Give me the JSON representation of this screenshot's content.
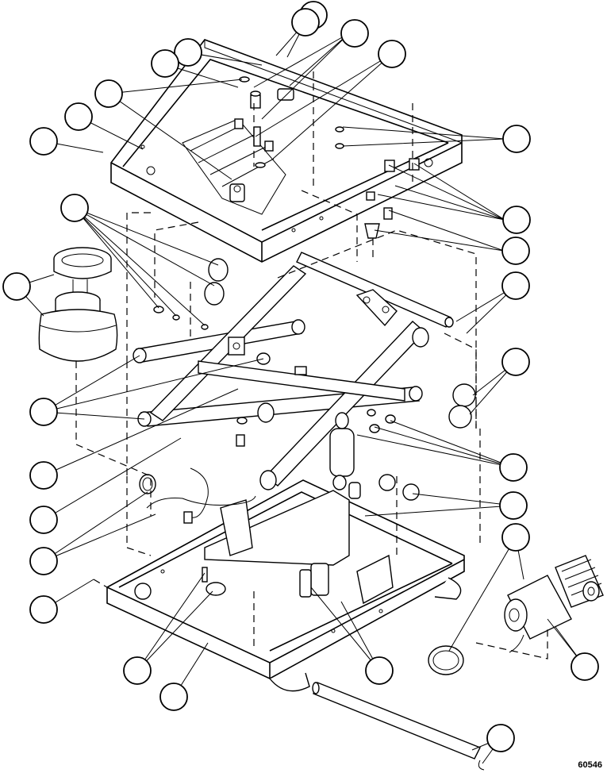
{
  "figure": {
    "id_label": "60546",
    "colors": {
      "line": "#000000",
      "background": "#ffffff"
    },
    "callout_bubbles": [
      {
        "name": "callout-01"
      },
      {
        "name": "callout-02"
      },
      {
        "name": "callout-03"
      },
      {
        "name": "callout-04"
      },
      {
        "name": "callout-05"
      },
      {
        "name": "callout-06"
      },
      {
        "name": "callout-07"
      },
      {
        "name": "callout-08"
      },
      {
        "name": "callout-09"
      },
      {
        "name": "callout-10"
      },
      {
        "name": "callout-11"
      },
      {
        "name": "callout-12"
      },
      {
        "name": "callout-13"
      },
      {
        "name": "callout-14"
      },
      {
        "name": "callout-15"
      },
      {
        "name": "callout-16"
      },
      {
        "name": "callout-17"
      },
      {
        "name": "callout-18"
      },
      {
        "name": "callout-19"
      },
      {
        "name": "callout-20"
      },
      {
        "name": "callout-21"
      },
      {
        "name": "callout-22"
      },
      {
        "name": "callout-23"
      },
      {
        "name": "callout-24"
      },
      {
        "name": "callout-25"
      },
      {
        "name": "callout-26"
      },
      {
        "name": "callout-27"
      },
      {
        "name": "callout-28"
      },
      {
        "name": "callout-29"
      }
    ]
  }
}
